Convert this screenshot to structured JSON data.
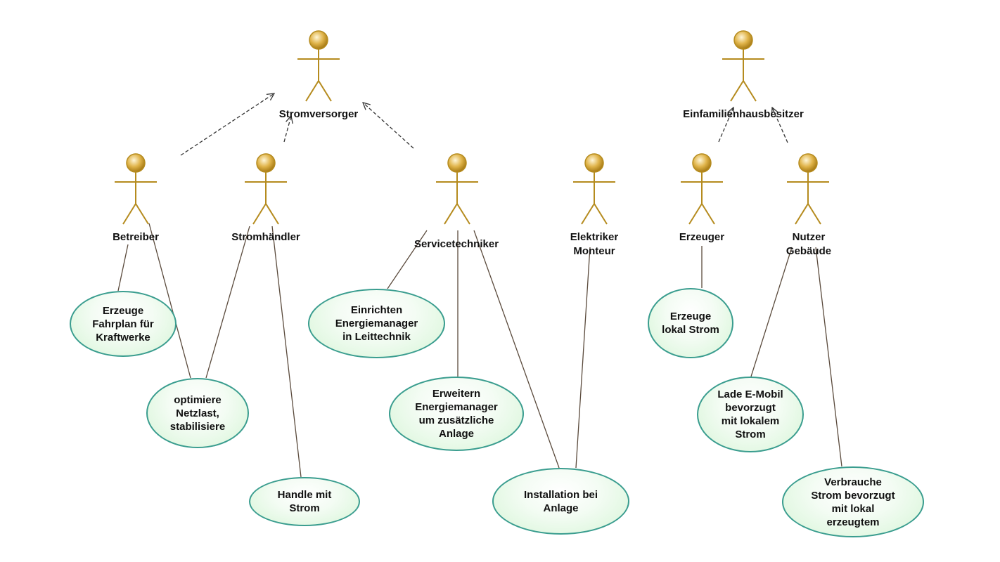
{
  "actors": {
    "stromversorger": "Stromversorger",
    "einfamilienhausbesitzer": "Einfamilienhausbesitzer",
    "betreiber": "Betreiber",
    "stromhaendler": "Stromhändler",
    "servicetechniker": "Servicetechniker",
    "elektriker": "Elektriker\nMonteur",
    "erzeuger": "Erzeuger",
    "nutzer": "Nutzer\nGebäude"
  },
  "usecases": {
    "fahrplan": "Erzeuge\nFahrplan für\nKraftwerke",
    "netzlast": "optimiere\nNetzlast,\nstabilisiere",
    "handle": "Handle mit\nStrom",
    "einrichten": "Einrichten\nEnergiemanager\nin Leittechnik",
    "erweitern": "Erweitern\nEnergiemanager\num zusätzliche\nAnlage",
    "installation": "Installation bei\nAnlage",
    "lokal_strom": "Erzeuge\nlokal Strom",
    "lade": "Lade E-Mobil\nbevorzugt\nmit lokalem\nStrom",
    "verbrauche": "Verbrauche\nStrom bevorzugt\nmit lokal\nerzeugtem"
  },
  "colors": {
    "actor_stroke": "#b58b1e",
    "actor_head": "#d9a93a",
    "usecase_border": "#3a9d8f",
    "usecase_fill": "#d6f5d6",
    "line": "#5a4a3c"
  }
}
